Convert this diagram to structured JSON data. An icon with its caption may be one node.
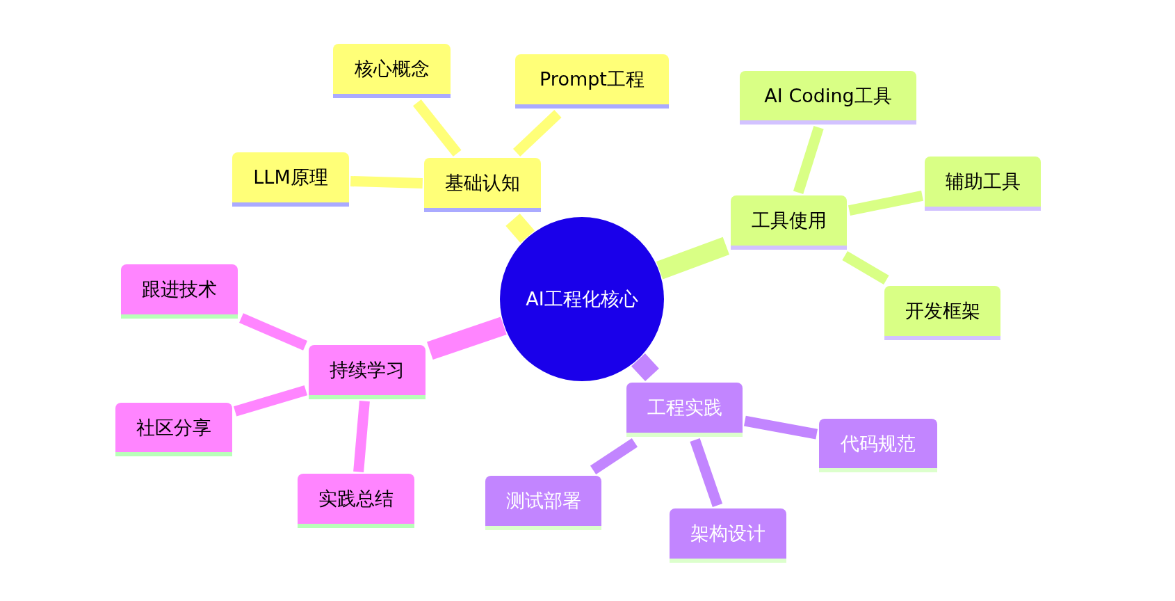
{
  "diagram": {
    "nodes": [
      {
        "text": [
          "AI工程化核心"
        ]
      },
      {
        "text": [
          "基础认知"
        ]
      },
      {
        "text": [
          "核心概念"
        ]
      },
      {
        "text": [
          "Prompt工程"
        ]
      },
      {
        "text": [
          "LLM原理"
        ]
      },
      {
        "text": [
          "工具使用"
        ]
      },
      {
        "text": [
          "AI Coding工具"
        ]
      },
      {
        "text": [
          "辅助工具"
        ]
      },
      {
        "text": [
          "开发框架"
        ]
      },
      {
        "text": [
          "工程实践"
        ]
      },
      {
        "text": [
          "代码规范"
        ]
      },
      {
        "text": [
          "架构设计"
        ]
      },
      {
        "text": [
          "测试部署"
        ]
      },
      {
        "text": [
          "持续学习"
        ]
      },
      {
        "text": [
          "跟进技术"
        ]
      },
      {
        "text": [
          "社区分享"
        ]
      },
      {
        "text": [
          "实践总结"
        ]
      }
    ],
    "edges": [
      {
        "from": 0,
        "to": 1,
        "arrow": "none",
        "style": "thick",
        "color": "#ffff78"
      },
      {
        "from": 1,
        "to": 2,
        "arrow": "none",
        "color": "#ffff78"
      },
      {
        "from": 1,
        "to": 3,
        "arrow": "none",
        "color": "#ffff78"
      },
      {
        "from": 1,
        "to": 4,
        "arrow": "none",
        "color": "#ffff78"
      },
      {
        "from": 0,
        "to": 5,
        "arrow": "none",
        "style": "thick",
        "color": "#d9ff85"
      },
      {
        "from": 5,
        "to": 6,
        "arrow": "none",
        "color": "#d9ff85"
      },
      {
        "from": 5,
        "to": 7,
        "arrow": "none",
        "color": "#d9ff85"
      },
      {
        "from": 5,
        "to": 8,
        "arrow": "none",
        "color": "#d9ff85"
      },
      {
        "from": 0,
        "to": 9,
        "arrow": "none",
        "style": "thick",
        "color": "#c285ff"
      },
      {
        "from": 9,
        "to": 10,
        "arrow": "none",
        "color": "#c285ff"
      },
      {
        "from": 9,
        "to": 11,
        "arrow": "none",
        "color": "#c285ff"
      },
      {
        "from": 9,
        "to": 12,
        "arrow": "none",
        "color": "#c285ff"
      },
      {
        "from": 0,
        "to": 13,
        "arrow": "none",
        "style": "thick",
        "color": "#ff85ff"
      },
      {
        "from": 13,
        "to": 14,
        "arrow": "none",
        "color": "#ff85ff"
      },
      {
        "from": 13,
        "to": 15,
        "arrow": "none",
        "color": "#ff85ff"
      },
      {
        "from": 13,
        "to": 16,
        "arrow": "none",
        "color": "#ff85ff"
      }
    ]
  }
}
